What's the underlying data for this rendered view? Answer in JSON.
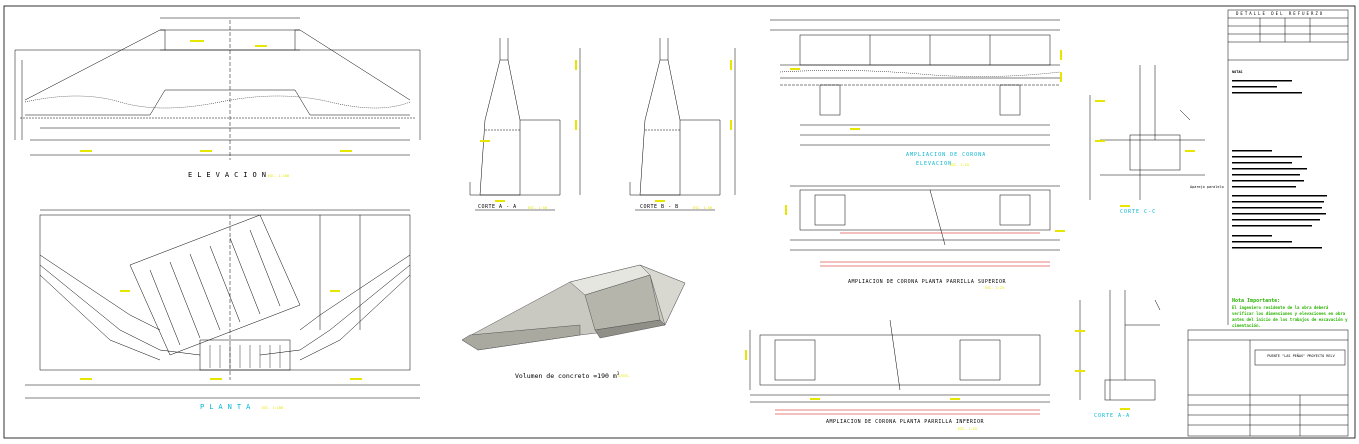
{
  "labels": {
    "elevacion": "ELEVACION",
    "planta": "PLANTA",
    "corte_aa": "CORTE A - A",
    "corte_bb": "CORTE B - B",
    "corte_cc": "CORTE C-C",
    "corte_aa_small": "CORTE A-A",
    "ampliacion_corona": "AMPLIACION DE CORONA",
    "elevacion_cyan": "ELEVACION",
    "ampliacion_superior": "AMPLIACION DE CORONA PLANTA PARRILLA SUPERIOR",
    "ampliacion_inferior": "AMPLIACION DE CORONA PLANTA PARRILLA INFERIOR",
    "volumen": "Volumen de concreto =190 m",
    "detalle_refuerzo": "DETALLE DEL REFUERZO",
    "notas": "NOTAS",
    "nota_importante_title": "Nota Importante:",
    "nota_importante_body": "El ingeniero residente de la obra deberá verificar los dimensiones y elevaciones en obra antes del inicio de los trabajos de excavación y cimentación.",
    "puente_title": "PUENTE \"LAS PEÑAS\" PROYECTO RELV",
    "aparejo_paralelo": "Aparejo paralelo"
  },
  "colors": {
    "line": "#000000",
    "scale": "#e6e600",
    "cyan": "#00b8d4",
    "red": "#d00000",
    "green": "#28b400",
    "magenta": "#c000c0"
  }
}
